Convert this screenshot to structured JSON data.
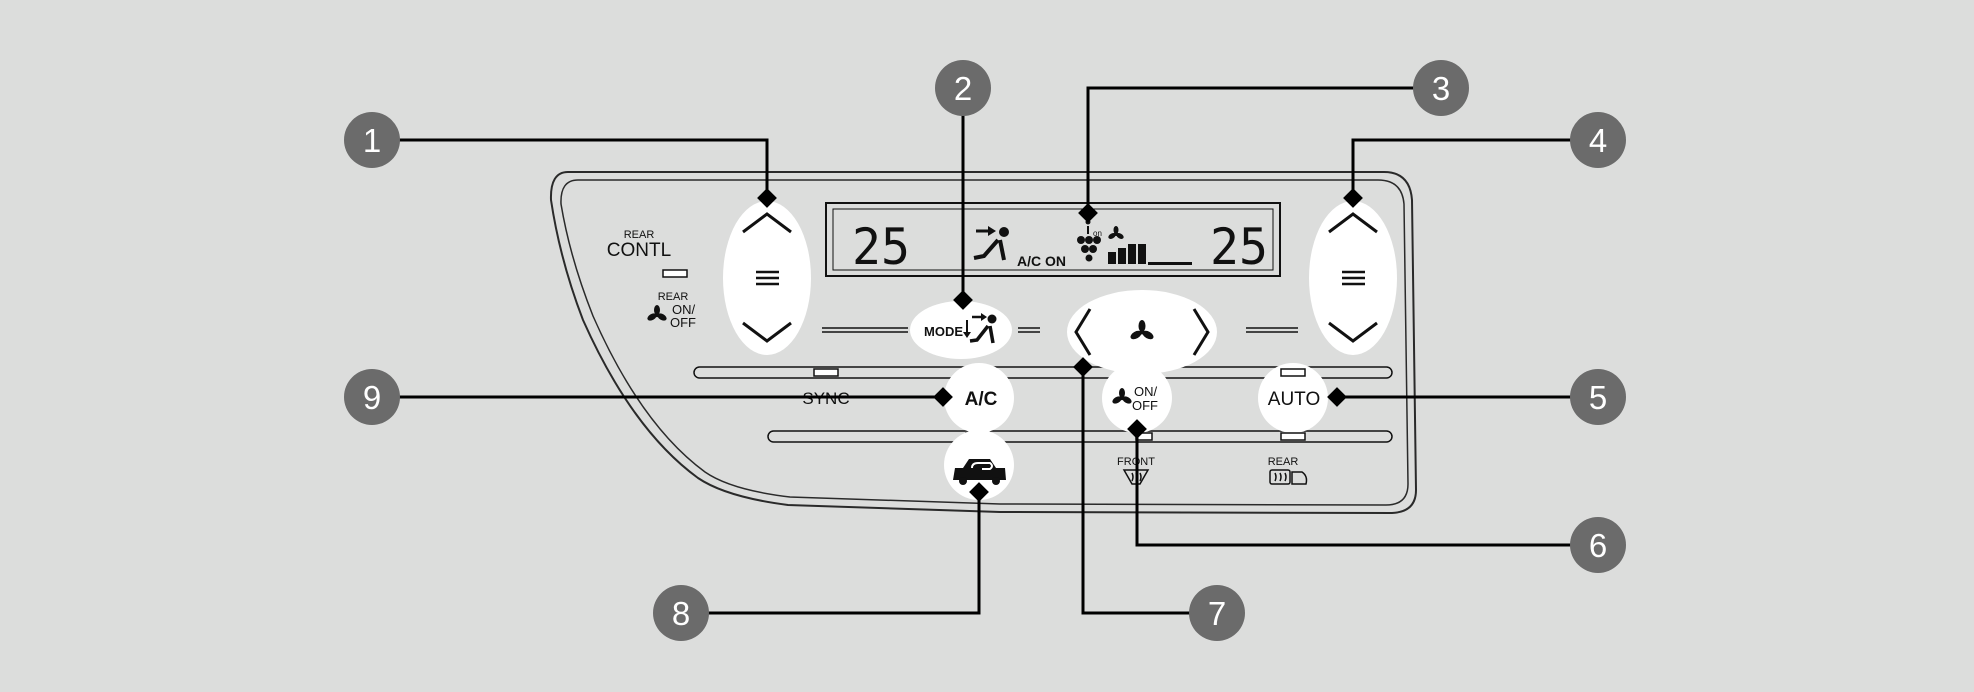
{
  "panel": {
    "rear_contl_small": "REAR",
    "rear_contl_large": "CONTL",
    "rear_onoff_small": "REAR",
    "rear_onoff_on": "ON/",
    "rear_onoff_off": "OFF",
    "display": {
      "temp_left": "25",
      "temp_right": "25",
      "ac_on": "A/C ON",
      "on_small": "on"
    },
    "mode_label": "MODE",
    "ac_label": "A/C",
    "fan_on": "ON/",
    "fan_off": "OFF",
    "auto_label": "AUTO",
    "sync_label": "SYNC",
    "front_label": "FRONT",
    "rear_defrost_label": "REAR"
  },
  "callouts": [
    "1",
    "2",
    "3",
    "4",
    "5",
    "6",
    "7",
    "8",
    "9"
  ],
  "colors": {
    "background": "#dcdddc",
    "callout_circle": "#6b6b6b",
    "callout_text": "#ffffff",
    "line": "#000000",
    "highlight": "#ffffff"
  }
}
